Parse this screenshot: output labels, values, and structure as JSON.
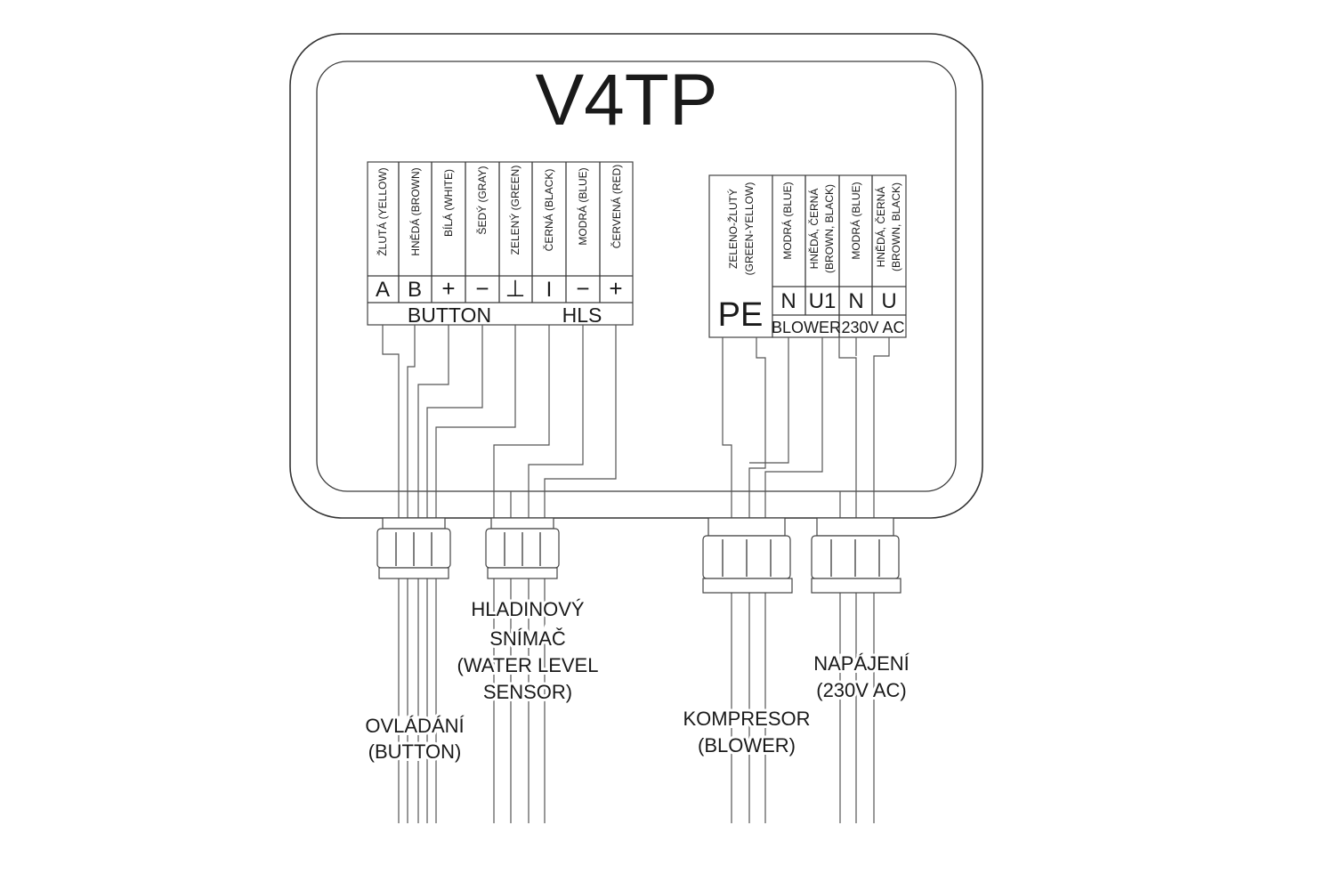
{
  "title": "V4TP",
  "left_block": {
    "wire_colors": [
      "ŽLUTÁ (YELLOW)",
      "HNĚDÁ (BROWN)",
      "BÍLÁ (WHITE)",
      "ŠEDÝ (GRAY)",
      "ZELENÝ (GREEN)",
      "ČERNÁ (BLACK)",
      "MODRÁ (BLUE)",
      "ČERVENÁ (RED)"
    ],
    "terminals": [
      "A",
      "B",
      "+",
      "−",
      "⊥",
      "I",
      "−",
      "+"
    ],
    "group_button": "BUTTON",
    "group_hls": "HLS"
  },
  "right_block": {
    "pe_color": [
      "ZELENO-ŽLUTÝ",
      "(GREEN-YELLOW)"
    ],
    "pe_label": "PE",
    "wire_colors": [
      [
        "MODRÁ (BLUE)"
      ],
      [
        "HNĚDÁ, ČERNÁ",
        "(BROWN, BLACK)"
      ],
      [
        "MODRÁ (BLUE)"
      ],
      [
        "HNĚDÁ, ČERNÁ",
        "(BROWN, BLACK)"
      ]
    ],
    "terminals": [
      "N",
      "U1",
      "N",
      "U"
    ],
    "group_blower": "BLOWER",
    "group_power": "230V AC"
  },
  "cables": {
    "button": [
      "OVLÁDÁNÍ",
      "(BUTTON)"
    ],
    "sensor": [
      "HLADINOVÝ",
      "SNÍMAČ",
      "(WATER LEVEL",
      "SENSOR)"
    ],
    "blower": [
      "KOMPRESOR",
      "(BLOWER)"
    ],
    "power": [
      "NAPÁJENÍ",
      "(230V AC)"
    ]
  }
}
